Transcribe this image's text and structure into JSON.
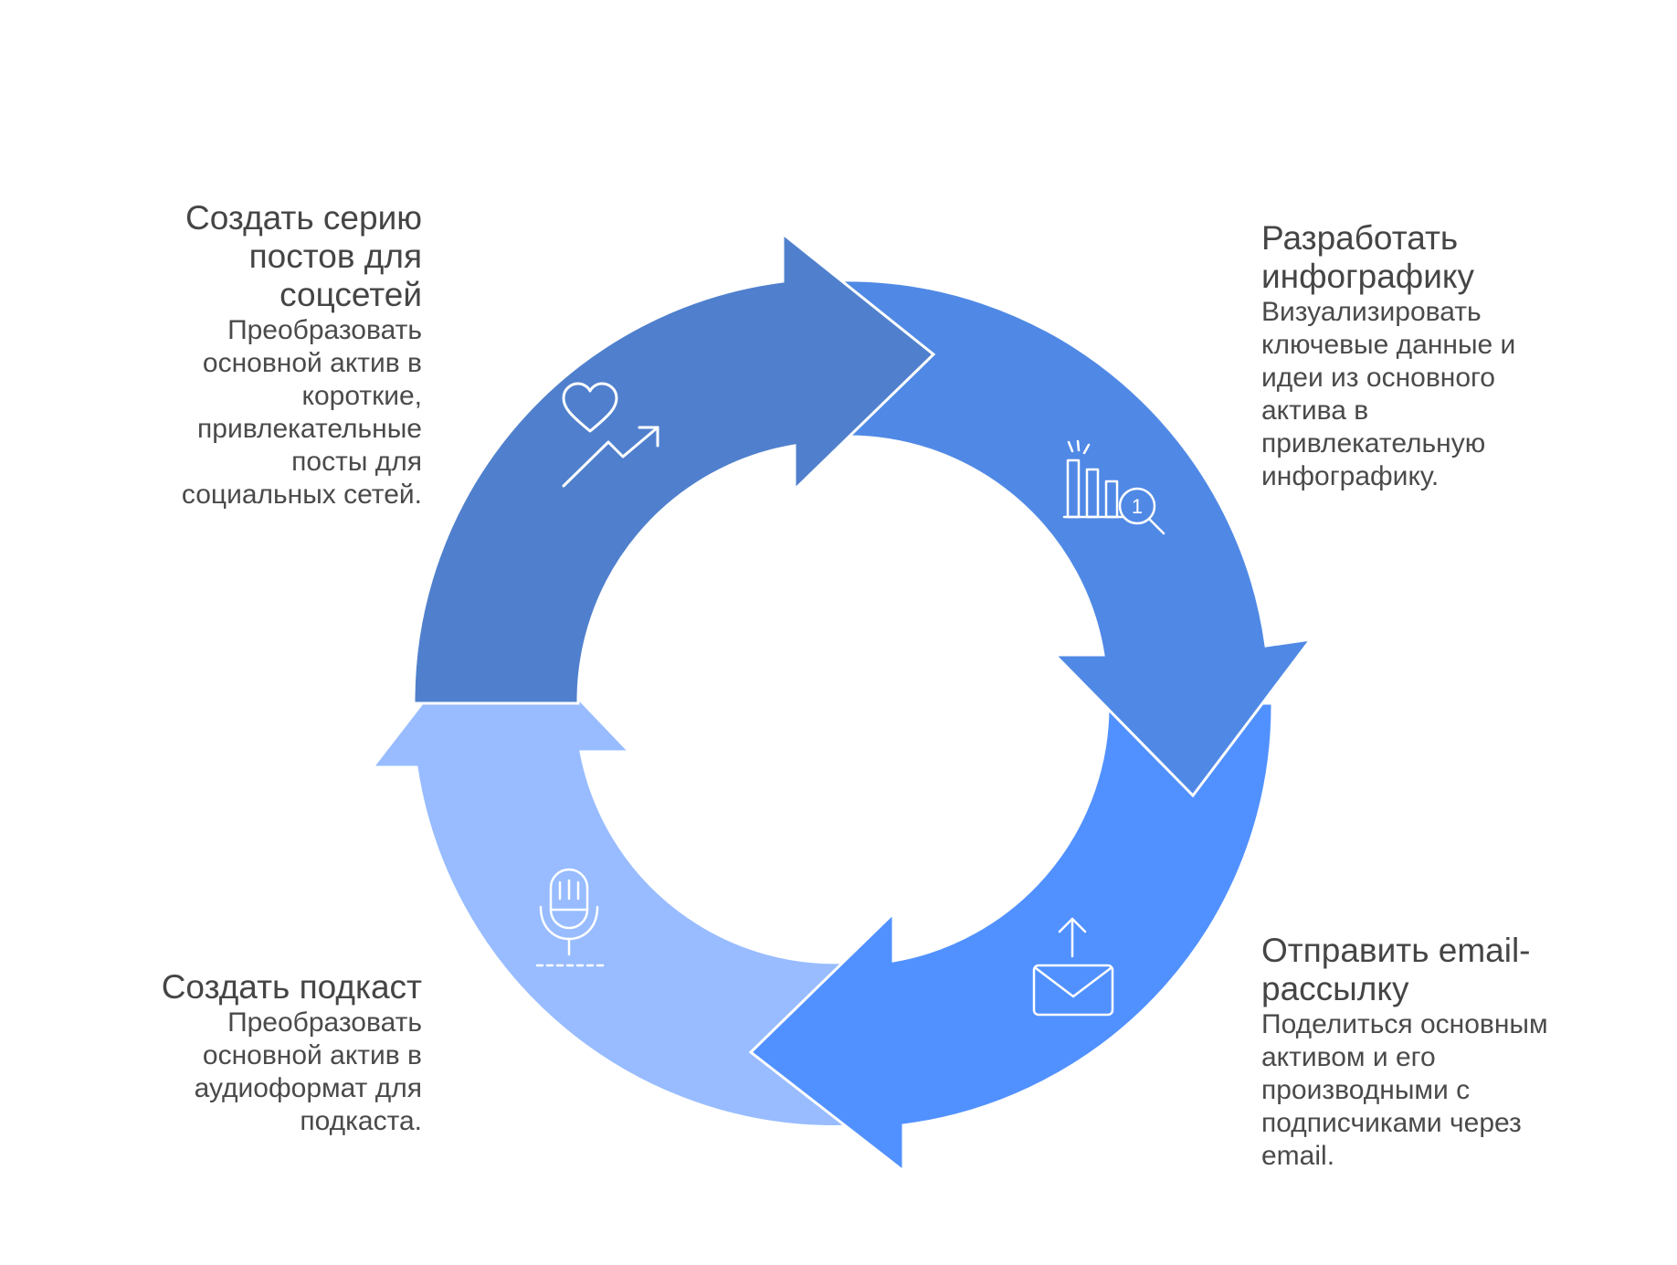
{
  "colors": {
    "arrow_social": "#5080CD",
    "arrow_infographic": "#5089E5",
    "arrow_email": "#5191FF",
    "arrow_podcast": "#98BCFF",
    "icon_stroke": "#ffffff",
    "title_text": "#454545",
    "desc_text": "#4a4a4a"
  },
  "steps": [
    {
      "id": "social",
      "title": "Создать серию постов для соцсетей",
      "description": "Преобразовать основной актив в короткие, привлекательные посты для социальных сетей.",
      "icon": "heart-trend-up-icon"
    },
    {
      "id": "infographic",
      "title": "Разработать инфографику",
      "description": "Визуализировать ключевые данные и идеи из основного актива в привлекательную инфографику.",
      "icon": "bar-chart-magnifier-icon"
    },
    {
      "id": "email",
      "title": "Отправить email-рассылку",
      "description": "Поделиться основным активом и его производными с подписчиками через email.",
      "icon": "envelope-upload-icon"
    },
    {
      "id": "podcast",
      "title": "Создать подкаст",
      "description": "Преобразовать основной актив в аудиоформат для подкаста.",
      "icon": "microphone-icon"
    }
  ],
  "icon_labels": {
    "magnifier_digit": "1"
  }
}
